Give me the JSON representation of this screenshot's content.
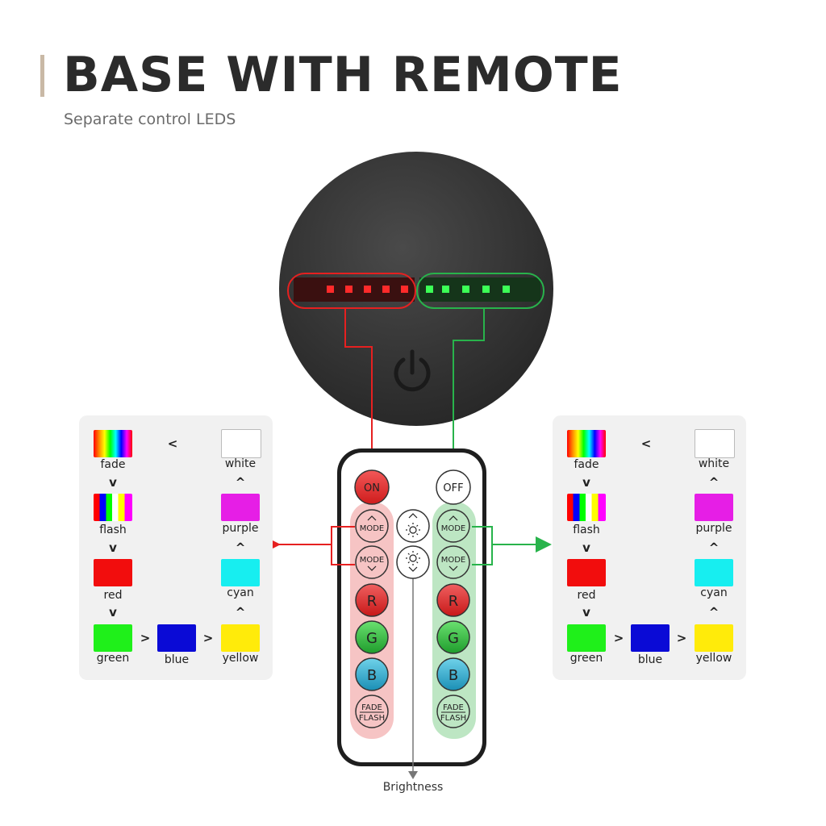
{
  "header": {
    "title": "BASE WITH REMOTE",
    "subtitle": "Separate control LEDS"
  },
  "colors": {
    "accent": "#c9b9a6",
    "red_group": "#e62020",
    "green_group": "#28b34b",
    "base": "#3a3a3a"
  },
  "icons": [
    "power-icon",
    "brightness-up-icon",
    "brightness-down-icon",
    "arrow-left-icon",
    "arrow-right-icon",
    "arrow-down-icon"
  ],
  "remote": {
    "on_label": "ON",
    "off_label": "OFF",
    "mode_label": "MODE",
    "r_label": "R",
    "g_label": "G",
    "b_label": "B",
    "fade_label": "FADE",
    "flash_label": "FLASH"
  },
  "brightness_label": "Brightness",
  "color_cycle": {
    "fade": "fade",
    "white": "white",
    "flash": "flash",
    "purple": "purple",
    "red": "red",
    "cyan": "cyan",
    "green": "green",
    "blue": "blue",
    "yellow": "yellow",
    "arrow_left": "<",
    "arrow_right": ">",
    "arrow_down": "v",
    "arrow_up": "^",
    "swatch_colors": {
      "white": "#ffffff",
      "purple": "#e61ee6",
      "red": "#f20d0d",
      "cyan": "#17eef0",
      "green": "#1ff01a",
      "blue": "#0a0ad6",
      "yellow": "#ffeb0a"
    }
  }
}
